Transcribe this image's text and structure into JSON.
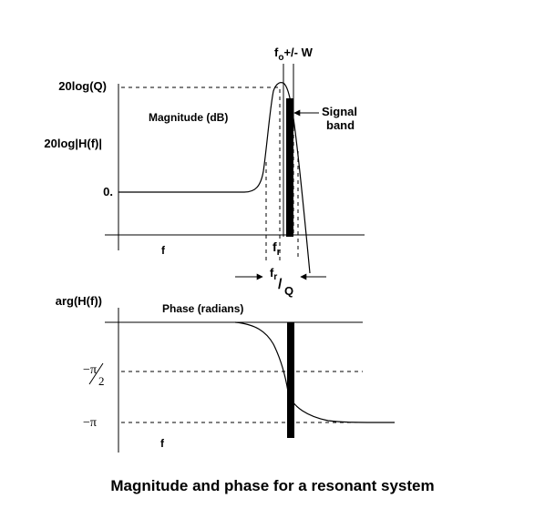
{
  "caption": "Magnitude and phase for a resonant system",
  "magnitude_panel": {
    "y_level_label": "20log(Q)",
    "y_axis_label": "20log|H(f)|",
    "zero_label": "0.",
    "title": "Magnitude (dB)",
    "x_label": "f",
    "center_freq_label": {
      "base": "f",
      "sub": "r"
    },
    "bandwidth_label": {
      "num": "f",
      "num_sub": "r",
      "slash": "/",
      "den": "Q"
    },
    "top_label": {
      "base": "f",
      "sub": "o",
      "rest": "+/- W"
    },
    "signal_label_line1": "Signal",
    "signal_label_line2": "band"
  },
  "phase_panel": {
    "y_axis_label": "arg(H(f))",
    "title": "Phase (radians)",
    "x_label": "f",
    "neg_half_pi": {
      "sign": "−",
      "symbol": "π",
      "den": "2"
    },
    "neg_pi": "−π"
  }
}
